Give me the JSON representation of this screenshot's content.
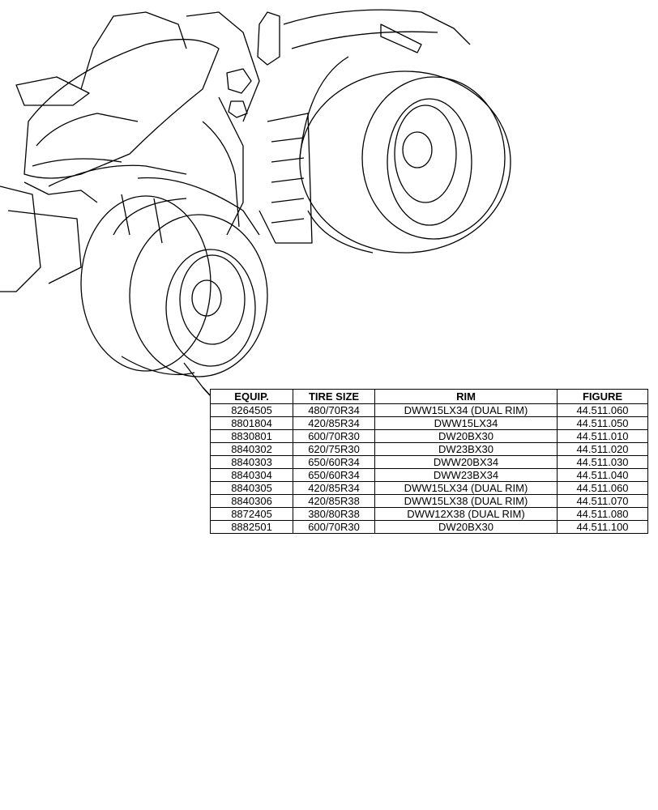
{
  "table": {
    "headers": [
      "EQUIP.",
      "TIRE SIZE",
      "RIM",
      "FIGURE"
    ],
    "rows": [
      [
        "8264505",
        "480/70R34",
        "DWW15LX34 (DUAL RIM)",
        "44.511.060"
      ],
      [
        "8801804",
        "420/85R34",
        "DWW15LX34",
        "44.511.050"
      ],
      [
        "8830801",
        "600/70R30",
        "DW20BX30",
        "44.511.010"
      ],
      [
        "8840302",
        "620/75R30",
        "DW23BX30",
        "44.511.020"
      ],
      [
        "8840303",
        "650/60R34",
        "DWW20BX34",
        "44.511.030"
      ],
      [
        "8840304",
        "650/60R34",
        "DWW23BX34",
        "44.511.040"
      ],
      [
        "8840305",
        "420/85R34",
        "DWW15LX34 (DUAL RIM)",
        "44.511.060"
      ],
      [
        "8840306",
        "420/85R38",
        "DWW15LX38 (DUAL RIM)",
        "44.511.070"
      ],
      [
        "8872405",
        "380/80R38",
        "DWW12X38 (DUAL RIM)",
        "44.511.080"
      ],
      [
        "8882501",
        "600/70R30",
        "DW20BX30",
        "44.511.100"
      ]
    ]
  }
}
